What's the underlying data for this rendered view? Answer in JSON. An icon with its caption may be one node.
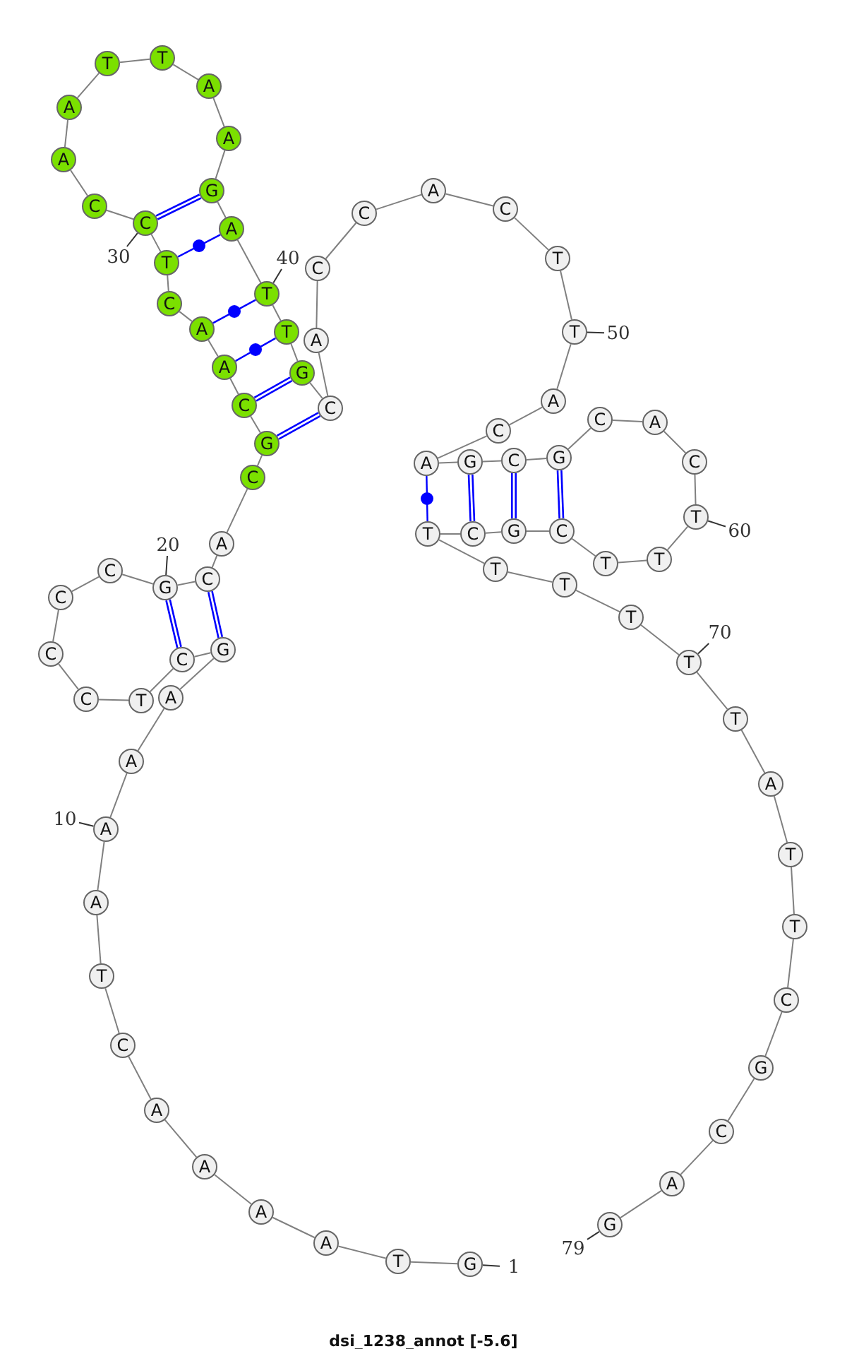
{
  "diagram": {
    "caption": "dsi_1238_annot [-5.6]",
    "nodes": [
      {
        "text": [
          "G"
        ]
      },
      {
        "text": [
          "T"
        ]
      },
      {
        "text": [
          "A"
        ]
      },
      {
        "text": [
          "A"
        ]
      },
      {
        "text": [
          "A"
        ]
      },
      {
        "text": [
          "A"
        ]
      },
      {
        "text": [
          "C"
        ]
      },
      {
        "text": [
          "T"
        ]
      },
      {
        "text": [
          "A"
        ]
      },
      {
        "text": [
          "A"
        ]
      },
      {
        "text": [
          "A"
        ]
      },
      {
        "text": [
          "A"
        ]
      },
      {
        "text": [
          "G"
        ]
      },
      {
        "text": [
          "C"
        ]
      },
      {
        "text": [
          "T"
        ]
      },
      {
        "text": [
          "C"
        ]
      },
      {
        "text": [
          "C"
        ]
      },
      {
        "text": [
          "C"
        ]
      },
      {
        "text": [
          "C"
        ]
      },
      {
        "text": [
          "G"
        ]
      },
      {
        "text": [
          "C"
        ]
      },
      {
        "text": [
          "A"
        ]
      },
      {
        "text": [
          "C"
        ]
      },
      {
        "text": [
          "G"
        ]
      },
      {
        "text": [
          "C"
        ]
      },
      {
        "text": [
          "A"
        ]
      },
      {
        "text": [
          "A"
        ]
      },
      {
        "text": [
          "C"
        ]
      },
      {
        "text": [
          "T"
        ]
      },
      {
        "text": [
          "C"
        ]
      },
      {
        "text": [
          "C"
        ]
      },
      {
        "text": [
          "A"
        ]
      },
      {
        "text": [
          "A"
        ]
      },
      {
        "text": [
          "T"
        ]
      },
      {
        "text": [
          "T"
        ]
      },
      {
        "text": [
          "A"
        ]
      },
      {
        "text": [
          "A"
        ]
      },
      {
        "text": [
          "G"
        ]
      },
      {
        "text": [
          "A"
        ]
      },
      {
        "text": [
          "T"
        ]
      },
      {
        "text": [
          "T"
        ]
      },
      {
        "text": [
          "G"
        ]
      },
      {
        "text": [
          "C"
        ]
      },
      {
        "text": [
          "A"
        ]
      },
      {
        "text": [
          "C"
        ]
      },
      {
        "text": [
          "C"
        ]
      },
      {
        "text": [
          "A"
        ]
      },
      {
        "text": [
          "C"
        ]
      },
      {
        "text": [
          "T"
        ]
      },
      {
        "text": [
          "T"
        ]
      },
      {
        "text": [
          "A"
        ]
      },
      {
        "text": [
          "C"
        ]
      },
      {
        "text": [
          "A"
        ]
      },
      {
        "text": [
          "G"
        ]
      },
      {
        "text": [
          "C"
        ]
      },
      {
        "text": [
          "G"
        ]
      },
      {
        "text": [
          "C"
        ]
      },
      {
        "text": [
          "A"
        ]
      },
      {
        "text": [
          "C"
        ]
      },
      {
        "text": [
          "T"
        ]
      },
      {
        "text": [
          "T"
        ]
      },
      {
        "text": [
          "T"
        ]
      },
      {
        "text": [
          "C"
        ]
      },
      {
        "text": [
          "G"
        ]
      },
      {
        "text": [
          "C"
        ]
      },
      {
        "text": [
          "T"
        ]
      },
      {
        "text": [
          "T"
        ]
      },
      {
        "text": [
          "T"
        ]
      },
      {
        "text": [
          "T"
        ]
      },
      {
        "text": [
          "T"
        ]
      },
      {
        "text": [
          "T"
        ]
      },
      {
        "text": [
          "A"
        ]
      },
      {
        "text": [
          "T"
        ]
      },
      {
        "text": [
          "T"
        ]
      },
      {
        "text": [
          "C"
        ]
      },
      {
        "text": [
          "G"
        ]
      },
      {
        "text": [
          "C"
        ]
      },
      {
        "text": [
          "A"
        ]
      },
      {
        "text": [
          "G"
        ]
      },
      {
        "text": [
          "1"
        ]
      },
      {
        "text": [
          "10"
        ]
      },
      {
        "text": [
          "20"
        ]
      },
      {
        "text": [
          "30"
        ]
      },
      {
        "text": [
          "40"
        ]
      },
      {
        "text": [
          "50"
        ]
      },
      {
        "text": [
          "60"
        ]
      },
      {
        "text": [
          "70"
        ]
      },
      {
        "text": [
          "79"
        ]
      }
    ],
    "edges": [
      {
        "from": 0,
        "to": 1,
        "arrow": "none"
      },
      {
        "from": 1,
        "to": 2,
        "arrow": "none"
      },
      {
        "from": 2,
        "to": 3,
        "arrow": "none"
      },
      {
        "from": 3,
        "to": 4,
        "arrow": "none"
      },
      {
        "from": 4,
        "to": 5,
        "arrow": "none"
      },
      {
        "from": 5,
        "to": 6,
        "arrow": "none"
      },
      {
        "from": 6,
        "to": 7,
        "arrow": "none"
      },
      {
        "from": 7,
        "to": 8,
        "arrow": "none"
      },
      {
        "from": 8,
        "to": 9,
        "arrow": "none"
      },
      {
        "from": 9,
        "to": 10,
        "arrow": "none"
      },
      {
        "from": 10,
        "to": 11,
        "arrow": "none"
      },
      {
        "from": 11,
        "to": 12,
        "arrow": "none"
      },
      {
        "from": 12,
        "to": 13,
        "arrow": "none"
      },
      {
        "from": 13,
        "to": 14,
        "arrow": "none"
      },
      {
        "from": 14,
        "to": 15,
        "arrow": "none"
      },
      {
        "from": 15,
        "to": 16,
        "arrow": "none"
      },
      {
        "from": 16,
        "to": 17,
        "arrow": "none"
      },
      {
        "from": 17,
        "to": 18,
        "arrow": "none"
      },
      {
        "from": 18,
        "to": 19,
        "arrow": "none"
      },
      {
        "from": 19,
        "to": 20,
        "arrow": "none"
      },
      {
        "from": 20,
        "to": 21,
        "arrow": "none"
      },
      {
        "from": 21,
        "to": 22,
        "arrow": "none"
      },
      {
        "from": 22,
        "to": 23,
        "arrow": "none"
      },
      {
        "from": 23,
        "to": 24,
        "arrow": "none"
      },
      {
        "from": 24,
        "to": 25,
        "arrow": "none"
      },
      {
        "from": 25,
        "to": 26,
        "arrow": "none"
      },
      {
        "from": 26,
        "to": 27,
        "arrow": "none"
      },
      {
        "from": 27,
        "to": 28,
        "arrow": "none"
      },
      {
        "from": 28,
        "to": 29,
        "arrow": "none"
      },
      {
        "from": 29,
        "to": 30,
        "arrow": "none"
      },
      {
        "from": 30,
        "to": 31,
        "arrow": "none"
      },
      {
        "from": 31,
        "to": 32,
        "arrow": "none"
      },
      {
        "from": 32,
        "to": 33,
        "arrow": "none"
      },
      {
        "from": 33,
        "to": 34,
        "arrow": "none"
      },
      {
        "from": 34,
        "to": 35,
        "arrow": "none"
      },
      {
        "from": 35,
        "to": 36,
        "arrow": "none"
      },
      {
        "from": 36,
        "to": 37,
        "arrow": "none"
      },
      {
        "from": 37,
        "to": 38,
        "arrow": "none"
      },
      {
        "from": 38,
        "to": 39,
        "arrow": "none"
      },
      {
        "from": 39,
        "to": 40,
        "arrow": "none"
      },
      {
        "from": 40,
        "to": 41,
        "arrow": "none"
      },
      {
        "from": 41,
        "to": 42,
        "arrow": "none"
      },
      {
        "from": 42,
        "to": 43,
        "arrow": "none"
      },
      {
        "from": 43,
        "to": 44,
        "arrow": "none"
      },
      {
        "from": 44,
        "to": 45,
        "arrow": "none"
      },
      {
        "from": 45,
        "to": 46,
        "arrow": "none"
      },
      {
        "from": 46,
        "to": 47,
        "arrow": "none"
      },
      {
        "from": 47,
        "to": 48,
        "arrow": "none"
      },
      {
        "from": 48,
        "to": 49,
        "arrow": "none"
      },
      {
        "from": 49,
        "to": 50,
        "arrow": "none"
      },
      {
        "from": 50,
        "to": 51,
        "arrow": "none"
      },
      {
        "from": 51,
        "to": 52,
        "arrow": "none"
      },
      {
        "from": 52,
        "to": 53,
        "arrow": "none"
      },
      {
        "from": 53,
        "to": 54,
        "arrow": "none"
      },
      {
        "from": 54,
        "to": 55,
        "arrow": "none"
      },
      {
        "from": 55,
        "to": 56,
        "arrow": "none"
      },
      {
        "from": 56,
        "to": 57,
        "arrow": "none"
      },
      {
        "from": 57,
        "to": 58,
        "arrow": "none"
      },
      {
        "from": 58,
        "to": 59,
        "arrow": "none"
      },
      {
        "from": 59,
        "to": 60,
        "arrow": "none"
      },
      {
        "from": 60,
        "to": 61,
        "arrow": "none"
      },
      {
        "from": 61,
        "to": 62,
        "arrow": "none"
      },
      {
        "from": 62,
        "to": 63,
        "arrow": "none"
      },
      {
        "from": 63,
        "to": 64,
        "arrow": "none"
      },
      {
        "from": 64,
        "to": 65,
        "arrow": "none"
      },
      {
        "from": 65,
        "to": 66,
        "arrow": "none"
      },
      {
        "from": 66,
        "to": 67,
        "arrow": "none"
      },
      {
        "from": 67,
        "to": 68,
        "arrow": "none"
      },
      {
        "from": 68,
        "to": 69,
        "arrow": "none"
      },
      {
        "from": 69,
        "to": 70,
        "arrow": "none"
      },
      {
        "from": 70,
        "to": 71,
        "arrow": "none"
      },
      {
        "from": 71,
        "to": 72,
        "arrow": "none"
      },
      {
        "from": 72,
        "to": 73,
        "arrow": "none"
      },
      {
        "from": 73,
        "to": 74,
        "arrow": "none"
      },
      {
        "from": 74,
        "to": 75,
        "arrow": "none"
      },
      {
        "from": 75,
        "to": 76,
        "arrow": "none"
      },
      {
        "from": 76,
        "to": 77,
        "arrow": "none"
      },
      {
        "from": 77,
        "to": 78,
        "arrow": "none"
      },
      {
        "from": 12,
        "to": 20,
        "arrow": "none",
        "style": "thick",
        "color": "#0000ff"
      },
      {
        "from": 13,
        "to": 19,
        "arrow": "none",
        "style": "thick",
        "color": "#0000ff"
      },
      {
        "from": 23,
        "to": 42,
        "arrow": "none",
        "style": "thick",
        "color": "#0000ff"
      },
      {
        "from": 24,
        "to": 41,
        "arrow": "none",
        "style": "thick",
        "color": "#0000ff"
      },
      {
        "from": 25,
        "to": 40,
        "arrow": "none",
        "color": "#0000ff"
      },
      {
        "from": 26,
        "to": 39,
        "arrow": "none",
        "color": "#0000ff"
      },
      {
        "from": 28,
        "to": 38,
        "arrow": "none",
        "color": "#0000ff"
      },
      {
        "from": 29,
        "to": 37,
        "arrow": "none",
        "style": "thick",
        "color": "#0000ff"
      },
      {
        "from": 52,
        "to": 65,
        "arrow": "none",
        "color": "#0000ff"
      },
      {
        "from": 53,
        "to": 64,
        "arrow": "none",
        "style": "thick",
        "color": "#0000ff"
      },
      {
        "from": 54,
        "to": 63,
        "arrow": "none",
        "style": "thick",
        "color": "#0000ff"
      },
      {
        "from": 55,
        "to": 62,
        "arrow": "none",
        "style": "thick",
        "color": "#0000ff"
      },
      {
        "from": 79,
        "to": 0,
        "arrow": "none",
        "color": "#333333"
      },
      {
        "from": 80,
        "to": 9,
        "arrow": "none",
        "color": "#333333"
      },
      {
        "from": 81,
        "to": 19,
        "arrow": "none",
        "color": "#333333"
      },
      {
        "from": 82,
        "to": 29,
        "arrow": "none",
        "color": "#333333"
      },
      {
        "from": 83,
        "to": 39,
        "arrow": "none",
        "color": "#333333"
      },
      {
        "from": 84,
        "to": 49,
        "arrow": "none",
        "color": "#333333"
      },
      {
        "from": 85,
        "to": 59,
        "arrow": "none",
        "color": "#333333"
      },
      {
        "from": 86,
        "to": 69,
        "arrow": "none",
        "color": "#333333"
      },
      {
        "from": 87,
        "to": 78,
        "arrow": "none",
        "color": "#333333"
      }
    ]
  }
}
